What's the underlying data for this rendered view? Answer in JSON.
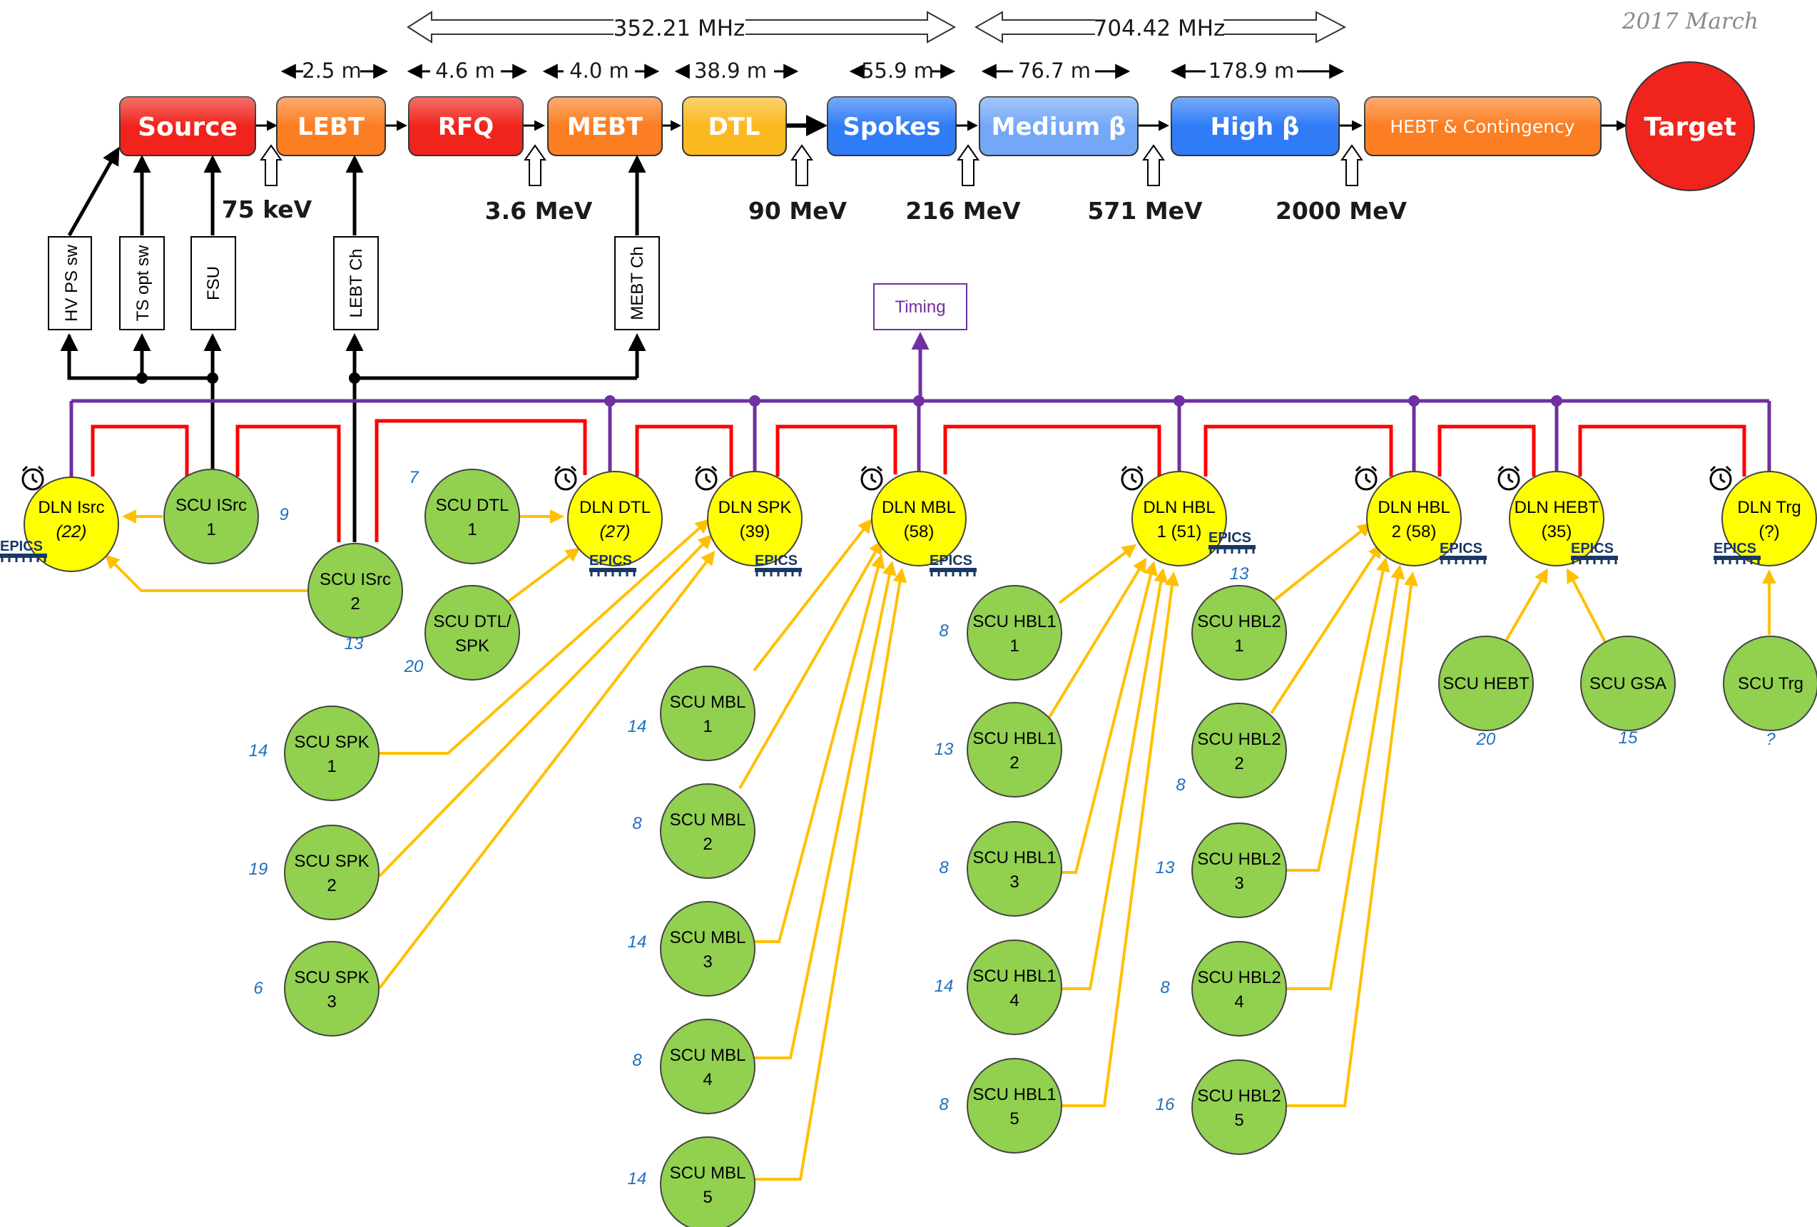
{
  "header": {
    "date": "2017 March",
    "freq_low": "352.21 MHz",
    "freq_high": "704.42 MHz"
  },
  "linac": {
    "segments": [
      {
        "id": "source",
        "label": "Source",
        "color": "#f0241c"
      },
      {
        "id": "lebt",
        "label": "LEBT",
        "color": "#fb7e22"
      },
      {
        "id": "rfq",
        "label": "RFQ",
        "color": "#f0241c"
      },
      {
        "id": "mebt",
        "label": "MEBT",
        "color": "#fb7e22"
      },
      {
        "id": "dtl",
        "label": "DTL",
        "color": "#fbb920"
      },
      {
        "id": "spokes",
        "label": "Spokes",
        "color": "#2f7cf6"
      },
      {
        "id": "medium",
        "label": "Medium β",
        "color": "#74a8f7"
      },
      {
        "id": "high",
        "label": "High β",
        "color": "#2f7cf6"
      },
      {
        "id": "hebt",
        "label": "HEBT & Contingency",
        "color": "#fb7e22"
      },
      {
        "id": "target",
        "label": "Target",
        "color": "#f0241c"
      }
    ],
    "lengths": [
      "2.5 m",
      "4.6 m",
      "4.0 m",
      "38.9 m",
      "55.9 m",
      "76.7 m",
      "178.9 m"
    ],
    "energies": [
      "75 keV",
      "3.6 MeV",
      "90 MeV",
      "216 MeV",
      "571 MeV",
      "2000 MeV"
    ]
  },
  "feeds": [
    "HV PS sw",
    "TS opt sw",
    "FSU",
    "LEBT Ch",
    "MEBT Ch"
  ],
  "timing": "Timing",
  "epics": "EPICS",
  "dlns": [
    {
      "l1": "DLN Isrc",
      "l2": "(22)"
    },
    {
      "l1": "DLN DTL",
      "l2": "(27)"
    },
    {
      "l1": "DLN SPK",
      "l2": "(39)"
    },
    {
      "l1": "DLN MBL",
      "l2": "(58)"
    },
    {
      "l1": "DLN HBL",
      "l2": "1 (51)"
    },
    {
      "l1": "DLN HBL",
      "l2": "2 (58)"
    },
    {
      "l1": "DLN HEBT",
      "l2": "(35)"
    },
    {
      "l1": "DLN Trg",
      "l2": "(?)"
    }
  ],
  "scus": [
    {
      "l1": "SCU ISrc",
      "l2": "1",
      "n": "9"
    },
    {
      "l1": "SCU ISrc",
      "l2": "2",
      "n": "13"
    },
    {
      "l1": "SCU DTL",
      "l2": "1",
      "n": "7"
    },
    {
      "l1": "SCU DTL/",
      "l2": "SPK",
      "n": "20"
    },
    {
      "l1": "SCU SPK",
      "l2": "1",
      "n": "14"
    },
    {
      "l1": "SCU SPK",
      "l2": "2",
      "n": "19"
    },
    {
      "l1": "SCU SPK",
      "l2": "3",
      "n": "6"
    },
    {
      "l1": "SCU MBL",
      "l2": "1",
      "n": "14"
    },
    {
      "l1": "SCU MBL",
      "l2": "2",
      "n": "8"
    },
    {
      "l1": "SCU MBL",
      "l2": "3",
      "n": "14"
    },
    {
      "l1": "SCU MBL",
      "l2": "4",
      "n": "8"
    },
    {
      "l1": "SCU MBL",
      "l2": "5",
      "n": "14"
    },
    {
      "l1": "SCU HBL1",
      "l2": "1",
      "n": "8"
    },
    {
      "l1": "SCU HBL1",
      "l2": "2",
      "n": "13"
    },
    {
      "l1": "SCU HBL1",
      "l2": "3",
      "n": "8"
    },
    {
      "l1": "SCU HBL1",
      "l2": "4",
      "n": "14"
    },
    {
      "l1": "SCU HBL1",
      "l2": "5",
      "n": "8"
    },
    {
      "l1": "SCU HBL2",
      "l2": "1",
      "n": "13"
    },
    {
      "l1": "SCU HBL2",
      "l2": "2",
      "n": "8"
    },
    {
      "l1": "SCU HBL2",
      "l2": "3",
      "n": "13"
    },
    {
      "l1": "SCU HBL2",
      "l2": "4",
      "n": "8"
    },
    {
      "l1": "SCU HBL2",
      "l2": "5",
      "n": "16"
    },
    {
      "l1": "SCU HEBT",
      "l2": "",
      "n": "20"
    },
    {
      "l1": "SCU GSA",
      "l2": "",
      "n": "15"
    },
    {
      "l1": "SCU Trg",
      "l2": "",
      "n": "?"
    }
  ],
  "colors": {
    "dln": "#ffff00",
    "scu": "#92d050",
    "timing": "#7030a0",
    "loop": "#ff0000",
    "arrow": "#ffc000",
    "count": "#1f6fbf"
  }
}
